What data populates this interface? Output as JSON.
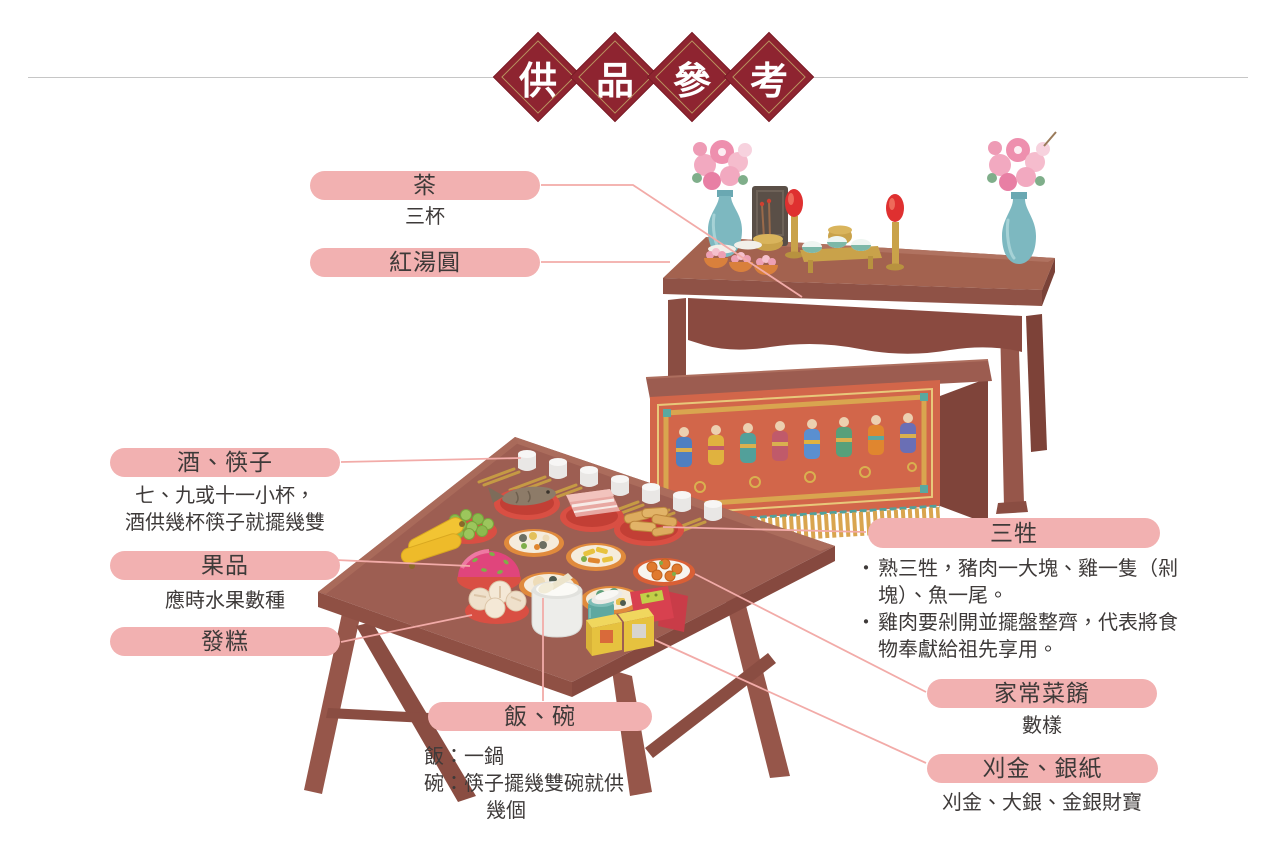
{
  "title": {
    "text": "供品參考",
    "chars": [
      "供",
      "品",
      "參",
      "考"
    ]
  },
  "labels": {
    "tea": {
      "label": "茶",
      "desc": "三杯"
    },
    "red_tangyuan": {
      "label": "紅湯圓"
    },
    "wine_chopsticks": {
      "label": "酒、筷子",
      "desc_lines": [
        "七、九或十一小杯，",
        "酒供幾杯筷子就擺幾雙"
      ]
    },
    "fruit": {
      "label": "果品",
      "desc": "應時水果數種"
    },
    "fagao": {
      "label": "發糕"
    },
    "rice_bowls": {
      "label": "飯、碗",
      "desc_lines": [
        "飯：一鍋",
        "碗：筷子擺幾雙碗就供",
        "幾個"
      ]
    },
    "sansheng": {
      "label": "三牲",
      "bullet_marker": "・",
      "bullets": [
        "熟三牲，豬肉一大塊、雞一隻（剁塊）、魚一尾。",
        "雞肉要剁開並擺盤整齊，代表將食物奉獻給祖先享用。"
      ]
    },
    "home_dishes": {
      "label": "家常菜餚",
      "desc": "數樣"
    },
    "ritual_paper": {
      "label": "刈金、銀紙",
      "desc": "刈金、大銀、金銀財寶"
    }
  },
  "colors": {
    "pill_pink": "#F2B1B1",
    "connector_pink": "#F2ABA8",
    "diamond_red": "#8E2430",
    "diamond_gold": "#B9935F",
    "text": "#3E3A39",
    "table_wood": "#9D5E52",
    "skirt_orange": "#D2664A"
  }
}
